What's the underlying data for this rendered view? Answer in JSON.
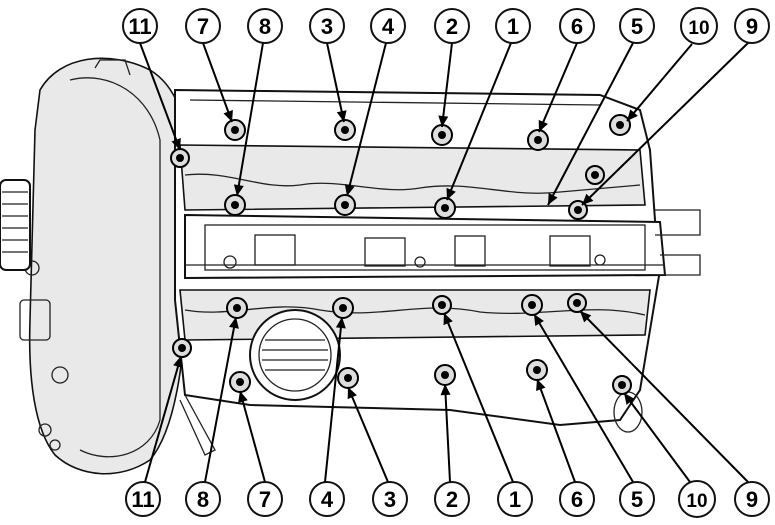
{
  "diagram": {
    "top_callouts": [
      "11",
      "7",
      "8",
      "3",
      "4",
      "2",
      "1",
      "6",
      "5",
      "10",
      "9"
    ],
    "bottom_callouts": [
      "11",
      "8",
      "7",
      "4",
      "3",
      "2",
      "1",
      "6",
      "5",
      "10",
      "9"
    ]
  }
}
